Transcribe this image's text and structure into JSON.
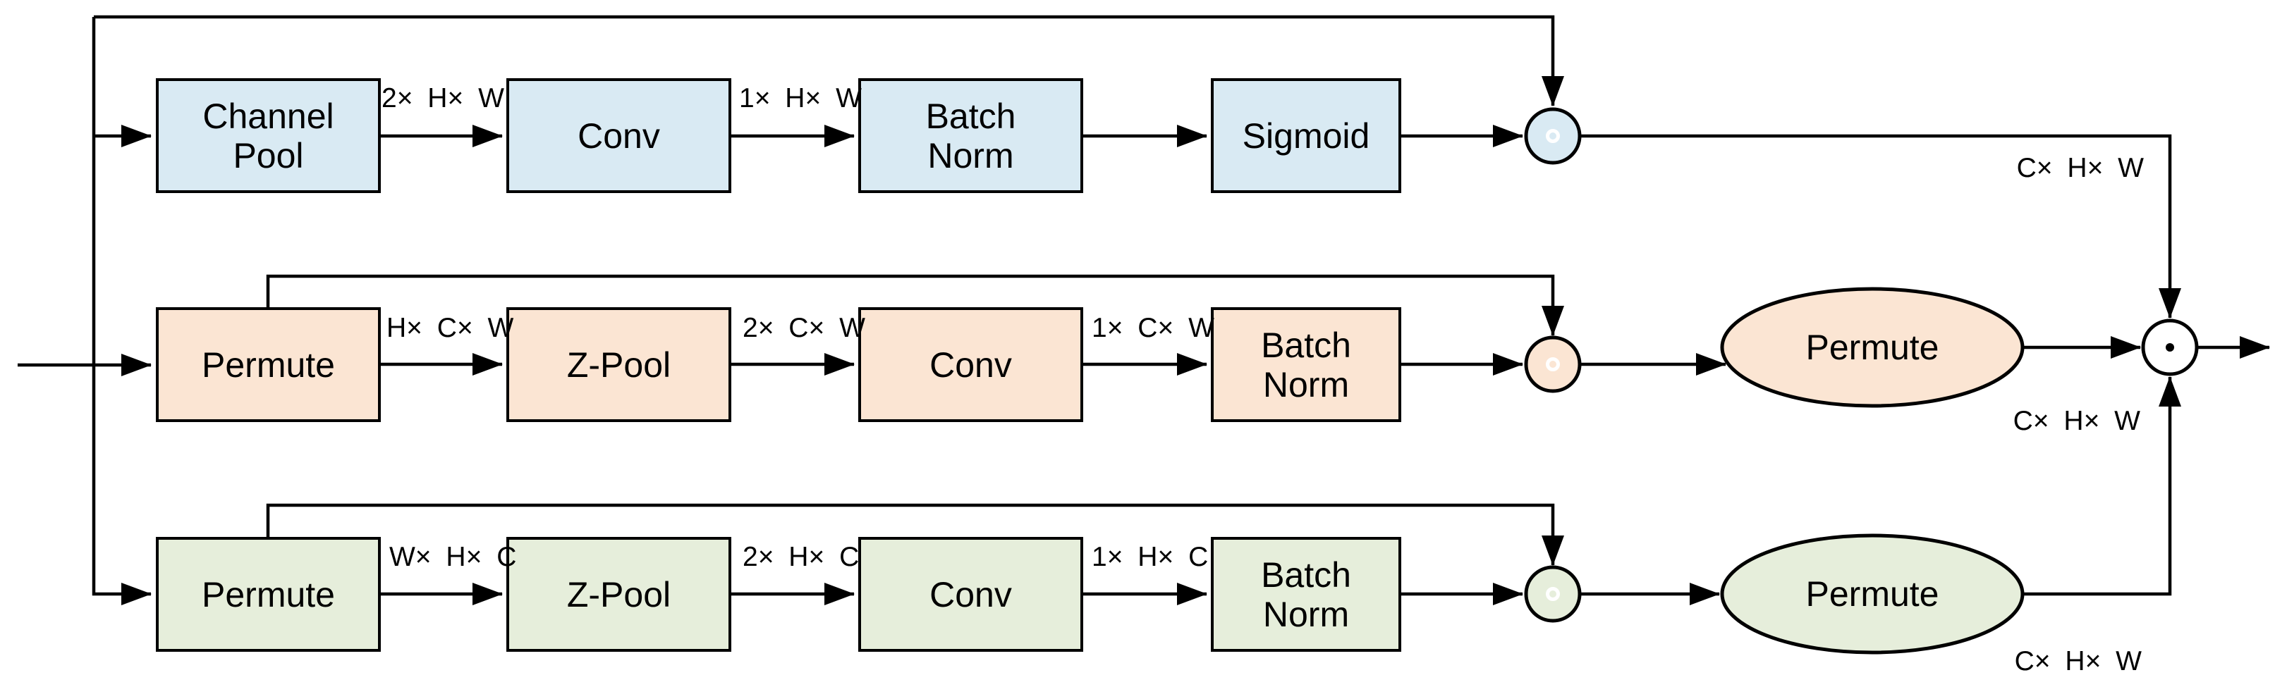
{
  "colors": {
    "background": "#ffffff",
    "line": "#000000",
    "fusion_fill": "#ffffff",
    "fusion_dot": "#000000",
    "multiply_ring": "#ffffff"
  },
  "branches": [
    {
      "name": "top-spatial-branch",
      "color": "#d9eaf3",
      "nodes": [
        "Channel\nPool",
        "Conv",
        "Batch\nNorm",
        "Sigmoid"
      ],
      "edge_labels": [
        "2× H× W",
        "1× H× W"
      ],
      "output_label": "C× H× W"
    },
    {
      "name": "middle-permute-branch",
      "color": "#fbe5d3",
      "nodes": [
        "Permute",
        "Z-Pool",
        "Conv",
        "Batch\nNorm"
      ],
      "permute_back": "Permute",
      "edge_labels": [
        "H× C× W",
        "2× C× W",
        "1× C× W"
      ],
      "output_label": "C× H× W"
    },
    {
      "name": "bottom-permute-branch",
      "color": "#e6eedb",
      "nodes": [
        "Permute",
        "Z-Pool",
        "Conv",
        "Batch\nNorm"
      ],
      "permute_back": "Permute",
      "edge_labels": [
        "W× H× C",
        "2× H× C",
        "1× H× C"
      ],
      "output_label": "C× H× W"
    }
  ]
}
